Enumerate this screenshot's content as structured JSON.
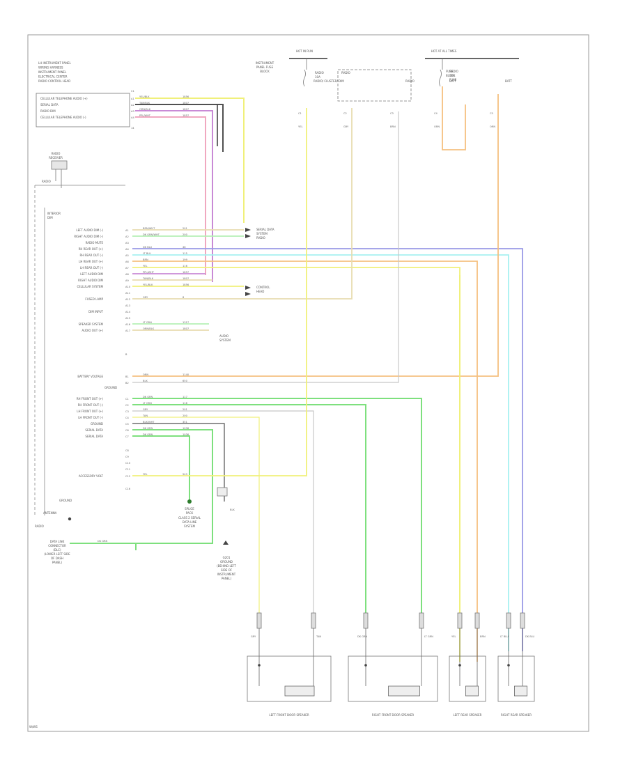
{
  "header_block": [
    "LH INSTRUMENT PANEL",
    "WIRING HARNESS",
    "INSTRUMENT PANEL",
    "ELECTRICAL CENTER",
    "RADIO CONTROL HEAD"
  ],
  "header_connector": "C1",
  "header_rows": [
    {
      "label": "CELLULAR TELEPHONE AUDIO (+)",
      "pin": "A1",
      "color": "YEL/BLK",
      "circuit": "1856"
    },
    {
      "label": "SERIAL DATA",
      "pin": "A2",
      "color": "TAN/BLK",
      "circuit": "1807"
    },
    {
      "label": "RADIO DIM",
      "pin": "A3",
      "color": "ORN/BLK",
      "circuit": "1807"
    },
    {
      "label": "CELLULAR TELEPHONE AUDIO (-)",
      "pin": "A4",
      "color": "PPL/WHT",
      "circuit": "1857"
    }
  ],
  "radio_receiver_label": [
    "RADIO",
    "RECEIVER"
  ],
  "radio_row_label": "RADIO",
  "radio_side_label": [
    "INTERIOR",
    "DIM"
  ],
  "side_rows": [
    {
      "label": "LEFT AUDIO DIM (-)",
      "pin": "A1",
      "color": "BRN/WHT",
      "circuit": "201"
    },
    {
      "label": "RIGHT AUDIO DIM (-)",
      "pin": "A2",
      "color": "DK GRN/WHT",
      "circuit": "200"
    },
    {
      "label": "RADIO MUTE",
      "pin": "A3",
      "color": "",
      "circuit": ""
    },
    {
      "label": "RH REAR OUT (+)",
      "pin": "A4",
      "color": "DK BLU",
      "circuit": "46"
    },
    {
      "label": "RH REAR OUT (-)",
      "pin": "A5",
      "color": "LT BLU",
      "circuit": "115"
    },
    {
      "label": "LH REAR OUT (+)",
      "pin": "A6",
      "color": "BRN",
      "circuit": "199"
    },
    {
      "label": "LH REAR OUT (-)",
      "pin": "A7",
      "color": "YEL",
      "circuit": "116"
    },
    {
      "label": "LEFT AUDIO DIM",
      "pin": "A8",
      "color": "PPL/WHT",
      "circuit": "1857"
    },
    {
      "label": "RIGHT AUDIO DIM",
      "pin": "A9",
      "color": "TAN/BLK",
      "circuit": "1807"
    },
    {
      "label": "CELLULAR SYSTEM",
      "pin": "A10",
      "color": "YEL/BLK",
      "circuit": "1856"
    },
    {
      "label": "",
      "pin": "A11",
      "color": "",
      "circuit": ""
    },
    {
      "label": "FUSED LAMP",
      "pin": "A12",
      "color": "GRY",
      "circuit": "8"
    },
    {
      "label": "",
      "pin": "A13",
      "color": "",
      "circuit": ""
    },
    {
      "label": "DIM INPUT",
      "pin": "A14",
      "color": "",
      "circuit": ""
    },
    {
      "label": "",
      "pin": "A15",
      "color": "",
      "circuit": ""
    },
    {
      "label": "SPEAKER SYSTEM",
      "pin": "A16",
      "color": "LT GRN",
      "circuit": "1317"
    },
    {
      "label": "AUDIO OUT (+)",
      "pin": "A17",
      "color": "ORN/BLK",
      "circuit": "1807"
    }
  ],
  "side_notes": [
    "SERIAL DATA",
    "SYSTEM",
    "RADIO",
    "CONTROL",
    "HEAD",
    "AUDIO",
    "SYSTEM"
  ],
  "battery_rows": [
    {
      "label": "BATTERY VOLTAGE",
      "pin": "B1",
      "color": "ORN",
      "circuit": "1140"
    },
    {
      "label": "",
      "pin": "B2",
      "color": "BLK",
      "circuit": "650"
    }
  ],
  "ground_label": "GROUND",
  "lower_rows": [
    {
      "label": "RH FRONT OUT (+)",
      "pin": "C1",
      "color": "DK GRN",
      "circuit": "117"
    },
    {
      "label": "RH FRONT OUT (-)",
      "pin": "C2",
      "color": "LT GRN",
      "circuit": "118"
    },
    {
      "label": "LH FRONT OUT (+)",
      "pin": "C3",
      "color": "GRY",
      "circuit": "201"
    },
    {
      "label": "LH FRONT OUT (-)",
      "pin": "C4",
      "color": "TAN",
      "circuit": "200"
    },
    {
      "label": "GROUND",
      "pin": "C5",
      "color": "BLK/WHT",
      "circuit": "351"
    },
    {
      "label": "SERIAL DATA",
      "pin": "C6",
      "color": "DK GRN",
      "circuit": "1036"
    },
    {
      "label": "SERIAL DATA",
      "pin": "C7",
      "color": "DK GRN",
      "circuit": "1036"
    }
  ],
  "accessory_row": {
    "label": "ACCESSORY VOLT",
    "pin": "C12",
    "color": "YEL",
    "circuit": "543"
  },
  "ground_node_label": "GROUND",
  "antenna_label": "ANTENNA",
  "radio_connector_label": "RADIO",
  "bottom_left_note": [
    "DATA LINK",
    "CONNECTOR",
    "(DLC)",
    "(LOWER LEFT SIDE",
    "OF DASH",
    "PANEL)"
  ],
  "bottom_left_wire": "DK GRN",
  "splice_label": [
    "SPLICE",
    "PACK"
  ],
  "data_line_note": [
    "CLASS 2 SERIAL",
    "DATA LINE",
    "SYSTEM"
  ],
  "grounding_note": [
    "G201",
    "GROUND",
    "(BEHIND LEFT",
    "SIDE OF",
    "INSTRUMENT",
    "PANEL)"
  ],
  "grounding_wire": "BLK",
  "fuse_blocks": [
    {
      "header": "HOT IN RUN",
      "title": [
        "INSTRUMENT",
        "PANEL FUSE",
        "BLOCK"
      ],
      "sub": [
        "RADIO",
        "10A"
      ]
    },
    {
      "header": "HOT AT ALL TIMES",
      "title": [
        "FUSE",
        "BLOCK"
      ],
      "sub": [
        "RADIO",
        "10A",
        "FUSE"
      ]
    }
  ],
  "fuse_items": [
    {
      "label": "RADIO/ CLUSTER/ DIM",
      "pin": "C1",
      "color": "YEL"
    },
    {
      "label": "",
      "pin": "C2",
      "color": "GRY"
    },
    {
      "label": "RADIO",
      "pin": "C3",
      "color": "BRN"
    },
    {
      "label": "BATT",
      "pin": "C4",
      "color": "ORN"
    },
    {
      "label": "BATT",
      "pin": "C5",
      "color": "ORN"
    }
  ],
  "speakers": [
    {
      "name": "LEFT FRONT DOOR SPEAKER",
      "wire_a": "GRY",
      "wire_b": "TAN"
    },
    {
      "name": "RIGHT FRONT DOOR SPEAKER",
      "wire_a": "DK GRN",
      "wire_b": "LT GRN"
    },
    {
      "name": "LEFT REAR SPEAKER",
      "wire_a": "YEL",
      "wire_b": "BRN"
    },
    {
      "name": "RIGHT REAR SPEAKER",
      "wire_a": "LT BLU",
      "wire_b": "DK BLU"
    }
  ],
  "footer_code": "W/WS",
  "wire_colors": {
    "yellow": "#f0f07a",
    "orange": "#f5c080",
    "green": "#7ee07e",
    "light_green": "#b4f0b4",
    "cyan": "#a8f0f0",
    "blue": "#9a9ae6",
    "purple": "#c98ad6",
    "pink": "#f0a8c0",
    "grey": "#c8c8c8",
    "tan": "#e8dcb0",
    "black": "#505050"
  }
}
